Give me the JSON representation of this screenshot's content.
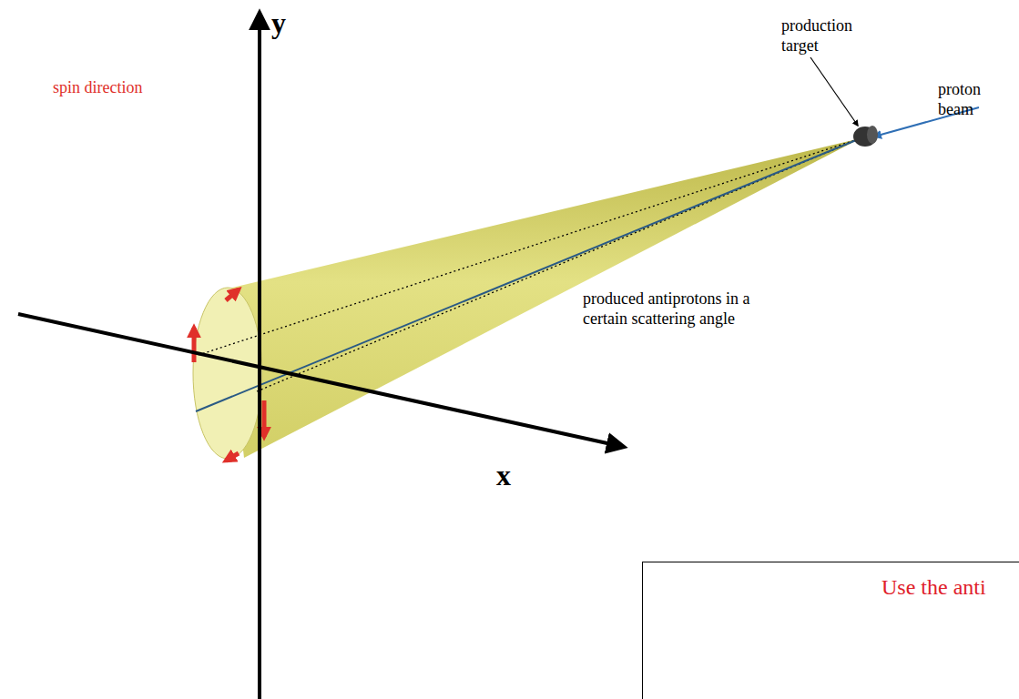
{
  "diagram": {
    "nodes": [
      {
        "text": [
          "Use the anti"
        ]
      }
    ],
    "labels": [
      "y",
      "x",
      "production target",
      "proton beam",
      "spin direction",
      "produced antiprotons in a certain scattering angle"
    ]
  }
}
